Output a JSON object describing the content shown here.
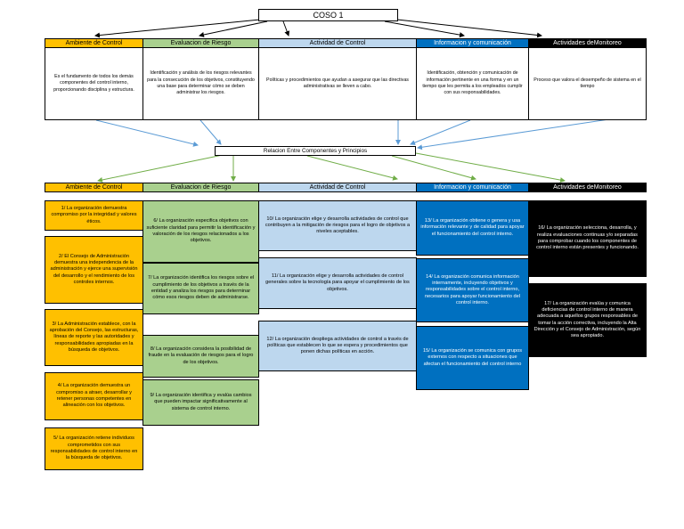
{
  "title": "COSO 1",
  "components": [
    {
      "label": "Ambiente de Control",
      "description": "Es el fundamento de todos los demás componentes del control interno, proporcionando disciplina y estructura."
    },
    {
      "label": "Evaluacion de Riesgo",
      "description": "Identificación y análisis de los riesgos relevantes para la consecución de los objetivos, constituyendo una base para determinar cómo se deben administrar los riesgos."
    },
    {
      "label": "Actividad de Control",
      "description": "Políticas y procedimientos que ayudan a asegurar que las directivas administrativas se lleven a cabo."
    },
    {
      "label": "Informacion y comunicación",
      "description": "Identificación, obtención y comunicación de información pertinente en una forma y en un tiempo que les permita a los empleados cumplir con sus responsabilidades."
    },
    {
      "label": "Actividades deMonitoreo",
      "description": "Proceso que valora el desempeño de sistema en el tiempo"
    }
  ],
  "relation_title": "Relacion Entre Componentes y Principios",
  "principles": {
    "ambiente": [
      "1/      La organización demuestra compromiso por la integridad y valores éticos.",
      "2/      El Consejo de Administración demuestra una independencia de la administración y ejerce una supervisión del desarrollo y el rendimiento de los controles internos.",
      "3/      La Administración establece, con la aprobación del Consejo, las estructuras, líneas de reporte y las autoridades y responsabilidades apropiadas en la búsqueda de objetivos.",
      "4/      La organización demuestra un compromiso a atraer, desarrollar y retener personas competentes en alineación con los objetivos.",
      "5/      La organización retiene individuos comprometidos con sus responsabilidades de control interno en la búsqueda de objetivos."
    ],
    "riesgo": [
      "6/      La organización especifica objetivos con suficiente claridad para permitir la identificación y valoración de los riesgos relacionados a los objetivos.",
      "7/      La organización identifica los riesgos sobre el cumplimiento de los objetivos a través de la entidad y analiza los riesgos para determinar cómo esos riesgos deben de administrarse.",
      "8/      La organización considera la posibilidad de fraude en la evaluación de riesgos para el logro de los objetivos.",
      "9/      La organización identifica y evalúa cambios que pueden impactar significativamente al sistema de control interno."
    ],
    "actividad": [
      "10/      La organización elige y desarrolla actividades de control que contribuyen a la mitigación de riesgos para el logro de objetivos a niveles aceptables.",
      "11/      La organización elige y desarrolla actividades de control generales sobre la tecnología para apoyar el cumplimiento de los objetivos.",
      "12/      La organización despliega actividades de control a través de políticas que establecen lo que se espera y procedimientos que ponen dichas políticas en acción."
    ],
    "informacion": [
      "13/      La organización obtiene o genera y usa información relevante y de calidad para apoyar el funcionamiento del control interno.",
      "14/      La organización comunica información internamente, incluyendo objetivos y responsabilidades sobre el control interno, necesarios para apoyar funcionamiento del control interno.",
      "15/ La organización se comunica con grupos externos con respecto a situaciones que afectan el funcionamiento del control interno"
    ],
    "monitoreo": [
      "16/      La organización selecciona, desarrolla, y realiza evaluaciones continuas y/o separadas para comprobar cuando los componentes de control interno están presentes y funcionando.",
      "17/      La organización evalúa y comunica deficiencias de control interno de manera adecuada a aquellos grupos responsables de tomar la acción correctiva, incluyendo la Alta Dirección y el Consejo de Administración, según sea apropiado."
    ]
  },
  "colors": {
    "ambiente": "#ffc000",
    "riesgo": "#a9d08e",
    "actividad": "#bdd7ee",
    "informacion": "#0070c0",
    "monitoreo": "#000000",
    "arrow_top": "#000000",
    "arrow_mid": "#5b9bd5",
    "arrow_low": "#70ad47"
  }
}
